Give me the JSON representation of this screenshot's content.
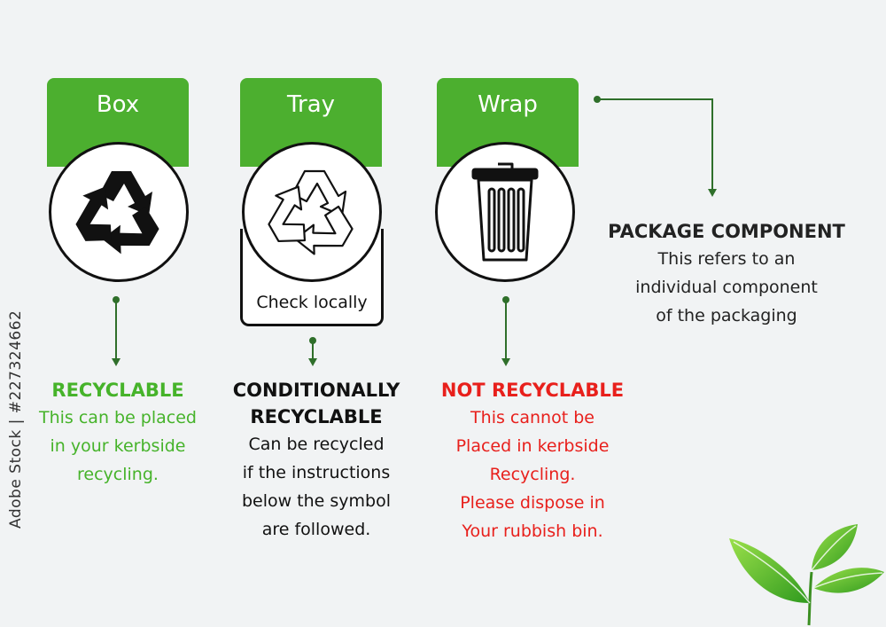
{
  "columns": [
    {
      "tab_label": "Box",
      "icon": "recycle-icon-filled",
      "heading": "RECYCLABLE",
      "lines": [
        "This can be placed",
        "in your kerbside",
        "recycling."
      ]
    },
    {
      "tab_label": "Tray",
      "icon": "recycle-icon-outline",
      "box_note": "Check locally",
      "heading_lines": [
        "CONDITIONALLY",
        "RECYCLABLE"
      ],
      "lines": [
        "Can be recycled",
        "if the instructions",
        "below the symbol",
        "are followed."
      ]
    },
    {
      "tab_label": "Wrap",
      "icon": "trash-bin-icon",
      "heading": "NOT RECYCLABLE",
      "lines": [
        "This cannot be",
        "Placed in kerbside",
        "Recycling.",
        "Please dispose in",
        "Your rubbish bin."
      ]
    }
  ],
  "package_component": {
    "heading": "PACKAGE COMPONENT",
    "lines": [
      "This refers to an",
      "individual component",
      "of the packaging"
    ]
  },
  "side_id": "Adobe Stock | #227324662",
  "colors": {
    "tab_green": "#4caf2f",
    "recyclable_green": "#46b32a",
    "not_recyclable_red": "#e8201c",
    "connector": "#2f6f2a",
    "background": "#f1f3f4"
  }
}
